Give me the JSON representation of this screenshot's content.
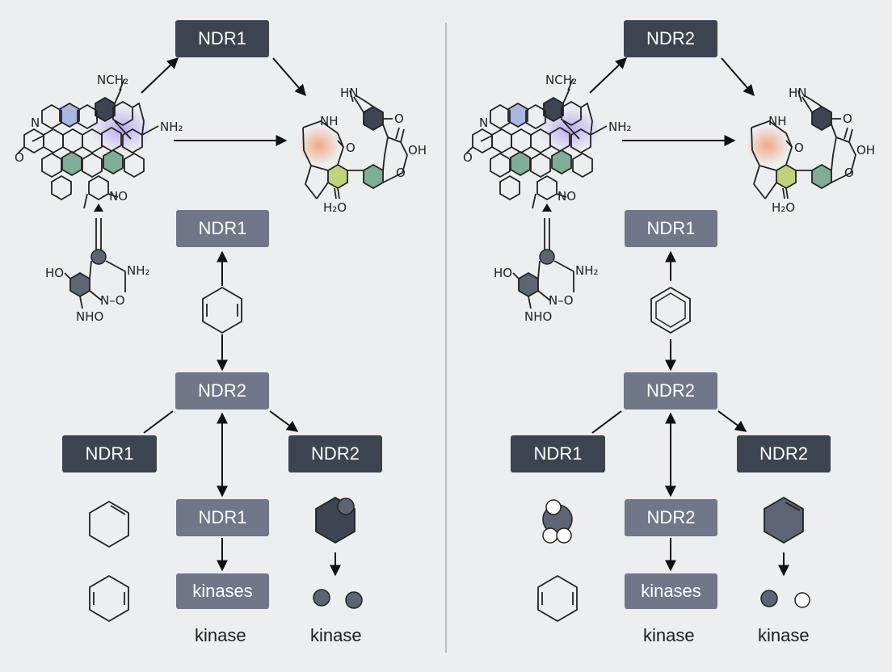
{
  "left": {
    "top_box": "NDR1",
    "center_box": "NDR1",
    "mid_box": "NDR2",
    "side_left": "NDR1",
    "side_right": "NDR2",
    "lower_box": "NDR1",
    "kinases_box": "kinases",
    "kinase_label_1": "kinase",
    "kinase_label_2": "kinase"
  },
  "right": {
    "top_box": "NDR2",
    "center_box": "NDR1",
    "mid_box": "NDR2",
    "side_left": "NDR1",
    "side_right": "NDR2",
    "lower_box": "NDR2",
    "kinases_box": "kinases",
    "kinase_label_1": "kinase",
    "kinase_label_2": "kinase"
  },
  "chem_labels": {
    "nch2": "NCH₂",
    "n": "N",
    "nh2_a": "NH₂",
    "o_a": "O",
    "no": "NO",
    "nh_ring": "NH",
    "hn_top": "HN",
    "o_b": "O",
    "o_c": "O",
    "oh": "OH",
    "o_d": "O",
    "h2o": "H₂O",
    "o_e": "O",
    "ho": "HO",
    "nh2_b": "NH₂",
    "n_o": "N–O",
    "nho": "NHO"
  },
  "colors": {
    "dark_box": "#3c4450",
    "mid_box": "#6f7788",
    "node_dark": "#3e4552",
    "node_mid": "#5d6575",
    "blue": "#a9b8e0",
    "lavender": "#c4b9f0",
    "green": "#7fae95",
    "orange": "#f2b49a",
    "yellowgreen": "#bfd47a"
  }
}
